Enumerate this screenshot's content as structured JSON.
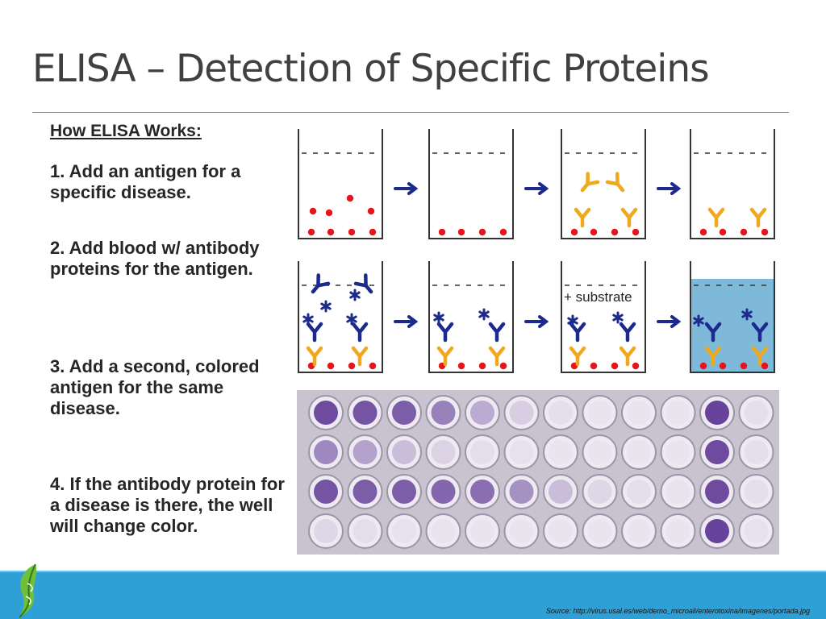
{
  "slide": {
    "title": "ELISA – Detection of Specific Proteins",
    "heading": "How ELISA Works:",
    "steps": [
      "1. Add an antigen for a specific disease.",
      "2. Add blood w/ antibody proteins for the antigen.",
      "3. Add a second, colored antigen for the same disease.",
      "4. If the antibody protein for a disease is there, the well will change color."
    ],
    "diagram_label": "+ substrate",
    "source": "Source: http://virus.usal.es/web/demo_microali/enterotoxina/imagenes/portada.jpg"
  },
  "colors": {
    "title": "#404040",
    "accent_rule": "#4aa6d8",
    "footer": "#2ea0d6",
    "antigen_red": "#e8141c",
    "antibody_yellow": "#f0a81c",
    "antibody_navy": "#1c2a8c",
    "substrate_blue": "#7fb9d9",
    "well_purple": "#6a4fa0"
  },
  "icons": [
    "leaf-logo-icon",
    "arrow-right-icon"
  ],
  "plate": {
    "rows": 4,
    "cols": 12,
    "intensity": [
      [
        0.9,
        0.85,
        0.8,
        0.6,
        0.35,
        0.15,
        0.05,
        0.02,
        0.02,
        0.02,
        0.95,
        0.05
      ],
      [
        0.55,
        0.4,
        0.25,
        0.12,
        0.06,
        0.04,
        0.02,
        0.02,
        0.02,
        0.02,
        0.9,
        0.05
      ],
      [
        0.85,
        0.8,
        0.8,
        0.75,
        0.7,
        0.5,
        0.25,
        0.1,
        0.05,
        0.03,
        0.9,
        0.05
      ],
      [
        0.1,
        0.06,
        0.04,
        0.03,
        0.02,
        0.02,
        0.02,
        0.02,
        0.02,
        0.02,
        0.95,
        0.04
      ]
    ]
  }
}
